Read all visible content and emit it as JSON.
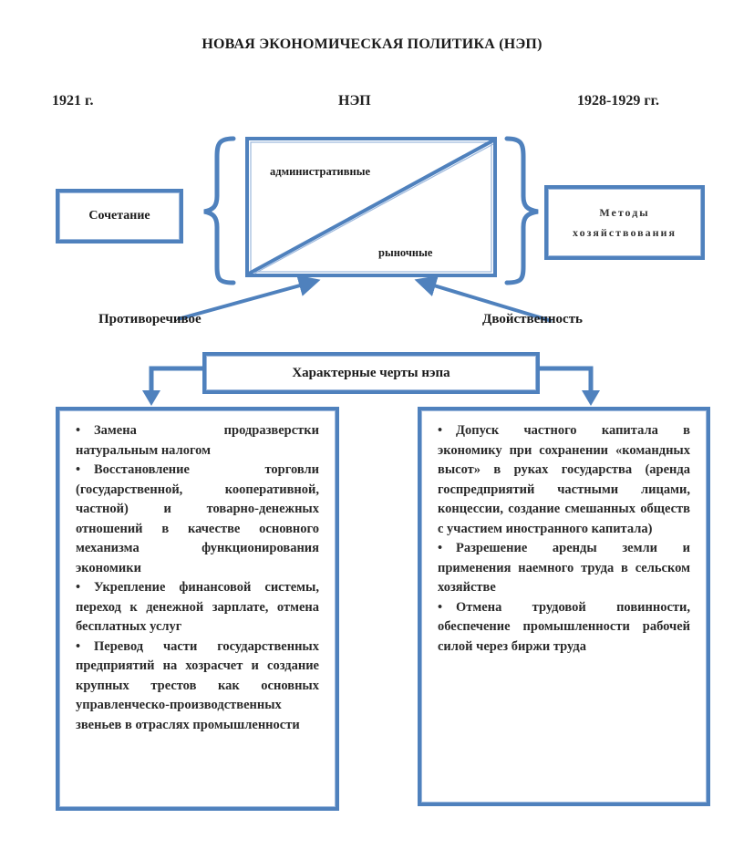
{
  "header": {
    "title": "НОВАЯ ЭКОНОМИЧЕСКАЯ  ПОЛИТИКА (НЭП)",
    "start_year": "1921 г.",
    "center_label": "НЭП",
    "end_year": "1928-1929 гг."
  },
  "combination": {
    "left_box": "Сочетание",
    "upper_triangle": "административные",
    "lower_triangle": "рыночные",
    "right_box_line1": "Методы",
    "right_box_line2": "хозяйствования"
  },
  "arrows": {
    "left_label": "Противоречивое",
    "right_label": "Двойственность"
  },
  "features": {
    "heading": "Характерные черты нэпа",
    "bullet_glyph": "•",
    "left_items": [
      "Замена продразверстки натуральным налогом",
      "Восстановление торговли (государственной, кооперативной, частной) и товарно-денежных отношений в качестве основного механизма функционирования экономики",
      "Укрепление финансовой системы, переход к денежной зарплате, отмена бесплатных услуг",
      "Перевод части государственных предприятий на хозрасчет и создание крупных трестов как основных управленческо-производственных звеньев в отраслях промышленности"
    ],
    "right_items": [
      "Допуск частного капитала в экономику при сохранении «командных высот» в руках государства (аренда госпредприятий частными лицами, концессии, создание смешанных обществ с участием иностранного капитала)",
      "Разрешение аренды земли и применения наемного труда в сельском хозяйстве",
      "Отмена трудовой повинности, обеспечение промышленности рабочей силой через биржи труда"
    ]
  },
  "colors": {
    "accent_blue": "#4f81bd",
    "light_blue": "#9bb7dc",
    "text": "#1a1a1a"
  }
}
